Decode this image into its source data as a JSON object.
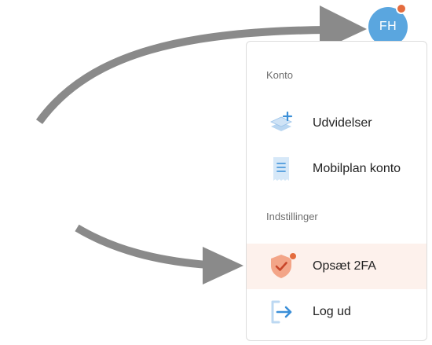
{
  "avatar": {
    "initials": "FH",
    "has_notification": true,
    "color": "#5aa6df",
    "notification_color": "#e46c3e"
  },
  "menu": {
    "account_section_label": "Konto",
    "settings_section_label": "Indstillinger",
    "items": [
      {
        "label": "Udvidelser",
        "icon": "layers-plus-icon",
        "highlighted": false
      },
      {
        "label": "Mobilplan konto",
        "icon": "receipt-icon",
        "highlighted": false
      },
      {
        "label": "Opsæt 2FA",
        "icon": "shield-check-icon",
        "highlighted": true,
        "has_notification": true
      },
      {
        "label": "Log ud",
        "icon": "logout-icon",
        "highlighted": false
      }
    ],
    "highlight_color": "#fdf1ec"
  },
  "annotations": {
    "arrow_color": "#8a8a8a",
    "arrows": [
      {
        "target": "avatar"
      },
      {
        "target": "Opsæt 2FA"
      }
    ]
  }
}
